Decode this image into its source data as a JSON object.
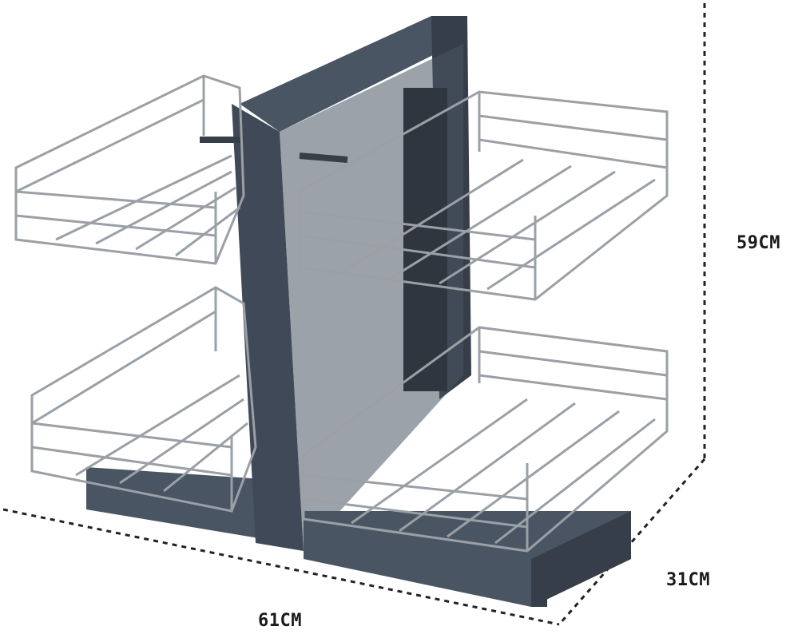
{
  "dimensions": {
    "height": "59CM",
    "depth": "31CM",
    "width": "61CM"
  },
  "colors": {
    "frame": "#4a5563",
    "frame_dark": "#363e49",
    "chrome": "#b9bec4",
    "chrome_dark": "#7d838a",
    "dash": "#222222"
  }
}
